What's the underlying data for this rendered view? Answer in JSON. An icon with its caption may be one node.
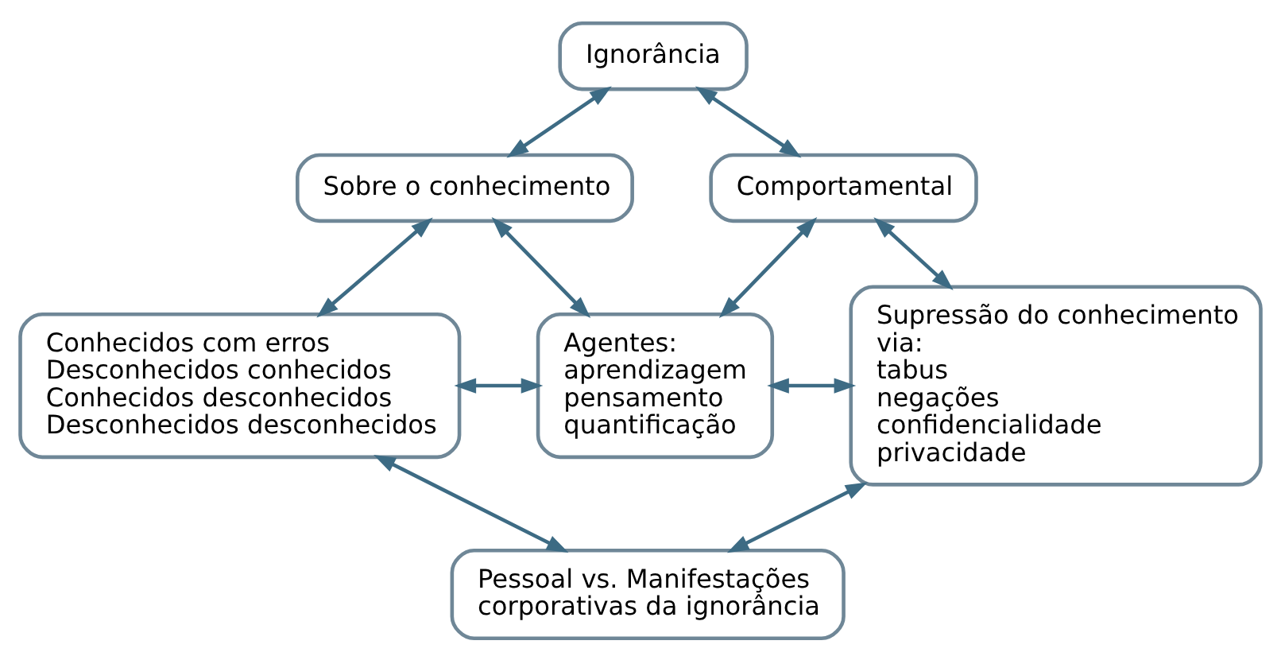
{
  "diagram": {
    "nodes": [
      {
        "text": [
          "Ignorância"
        ]
      },
      {
        "text": [
          "Sobre o conhecimento"
        ]
      },
      {
        "text": [
          "Comportamental"
        ]
      },
      {
        "text": [
          "Conhecidos com erros",
          "Desconhecidos conhecidos",
          "Conhecidos desconhecidos",
          "Desconhecidos desconhecidos"
        ]
      },
      {
        "text": [
          "Agentes:",
          "aprendizagem",
          "pensamento",
          "quantificação"
        ]
      },
      {
        "text": [
          "Supressão do conhecimento via:",
          "tabus",
          "negações",
          "confidencialidade",
          "privacidade"
        ]
      },
      {
        "text": [
          "Pessoal vs. Manifestações corporativas da ignorância"
        ]
      }
    ],
    "edges": [
      {
        "from": 0,
        "to": 1,
        "arrow": "both"
      },
      {
        "from": 0,
        "to": 2,
        "arrow": "both"
      },
      {
        "from": 1,
        "to": 4,
        "arrow": "both"
      },
      {
        "from": 2,
        "to": 4,
        "arrow": "both"
      },
      {
        "from": 1,
        "to": 3,
        "arrow": "both"
      },
      {
        "from": 2,
        "to": 5,
        "arrow": "both"
      },
      {
        "from": 3,
        "to": 4,
        "arrow": "both"
      },
      {
        "from": 4,
        "to": 5,
        "arrow": "both"
      },
      {
        "from": 3,
        "to": 6,
        "arrow": "both"
      },
      {
        "from": 6,
        "to": 5,
        "arrow": "both"
      }
    ]
  }
}
